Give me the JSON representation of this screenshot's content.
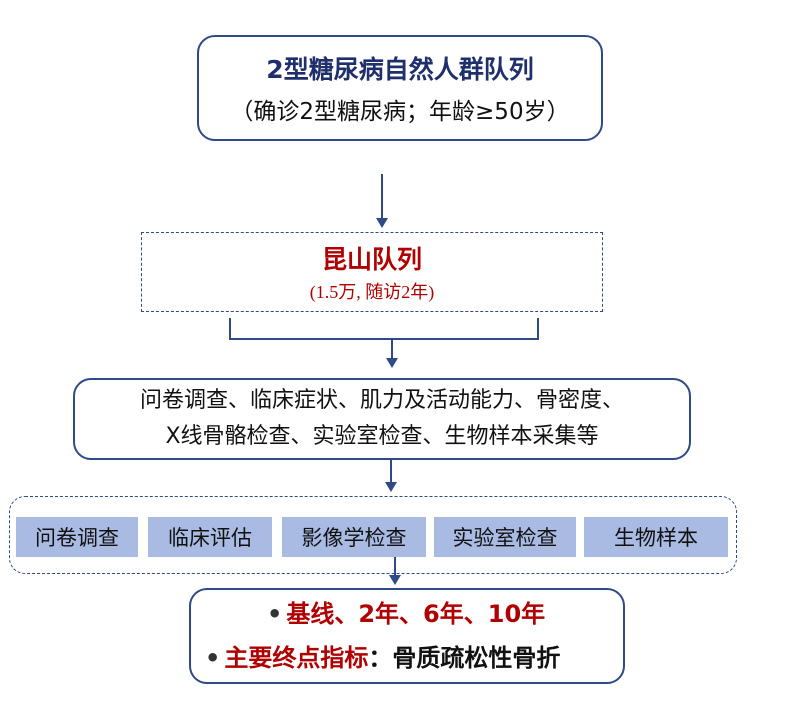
{
  "top_box": {
    "title": "2型糖尿病自然人群队列",
    "subtitle": "（确诊2型糖尿病；年龄≥50岁）"
  },
  "cohort_box": {
    "title": "昆山队列",
    "subtitle": "(1.5万, 随访2年)"
  },
  "assessment_box": {
    "line1": "问卷调查、临床症状、肌力及活动能力、骨密度、",
    "line2": "X线骨骼检查、实验室检查、生物样本采集等"
  },
  "categories": [
    "问卷调查",
    "临床评估",
    "影像学检查",
    "实验室检查",
    "生物样本"
  ],
  "results_box": {
    "bullet": "•",
    "timepoints": "基线、2年、6年、10年",
    "endpoint_label": "主要终点指标",
    "endpoint_sep": "：",
    "endpoint_value": "骨质疏松性骨折"
  },
  "colors": {
    "border": "#2f4a86",
    "accent_red": "#b00000",
    "category_fill": "#a9bbe3",
    "title_blue": "#1f2f6b"
  }
}
